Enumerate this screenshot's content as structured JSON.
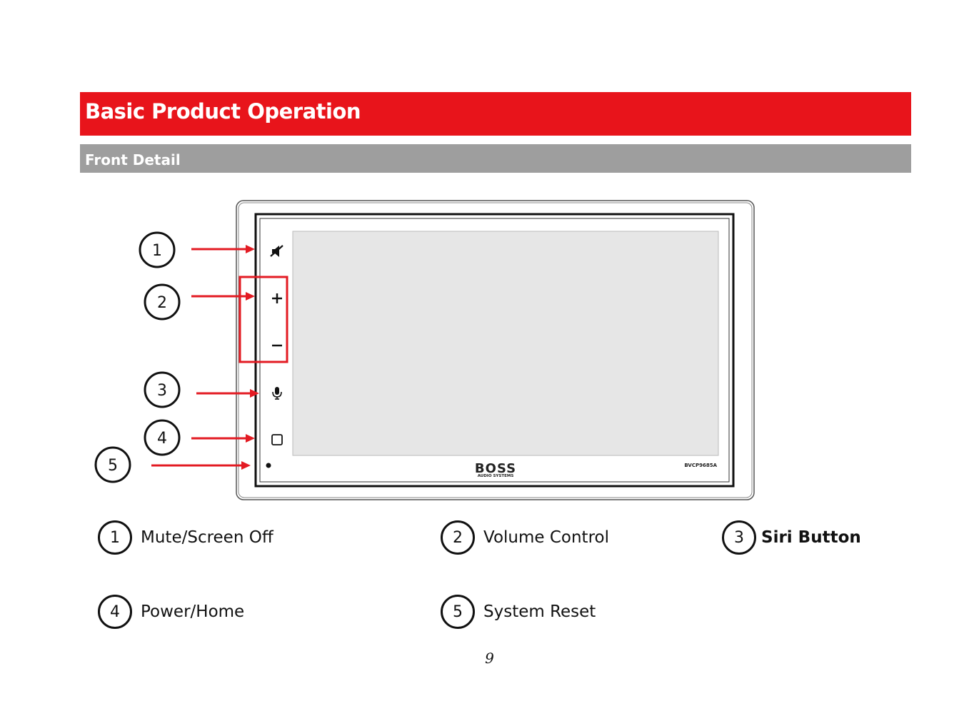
{
  "header": {
    "title": "Basic Product Operation",
    "subtitle": "Front Detail"
  },
  "colors": {
    "header_red": "#e8141b",
    "subheader_gray": "#9e9e9e",
    "callout_red": "#e31b23",
    "screen_gray": "#e6e6e6"
  },
  "device": {
    "brand": "BOSS",
    "brand_sub": "AUDIO SYSTEMS",
    "model": "BVCP9685A",
    "buttons": [
      {
        "icon": "mute-icon"
      },
      {
        "icon": "plus-icon"
      },
      {
        "icon": "minus-icon"
      },
      {
        "icon": "microphone-icon"
      },
      {
        "icon": "home-square-icon"
      },
      {
        "icon": "reset-dot-icon"
      }
    ],
    "callouts": [
      {
        "number": "1"
      },
      {
        "number": "2"
      },
      {
        "number": "3"
      },
      {
        "number": "4"
      },
      {
        "number": "5"
      }
    ]
  },
  "legend": [
    {
      "number": "1",
      "label": "Mute/Screen Off"
    },
    {
      "number": "2",
      "label": "Volume Control"
    },
    {
      "number": "3",
      "label": "Siri Button"
    },
    {
      "number": "4",
      "label": "Power/Home"
    },
    {
      "number": "5",
      "label": "System Reset"
    }
  ],
  "footer": {
    "page_number": "9"
  }
}
